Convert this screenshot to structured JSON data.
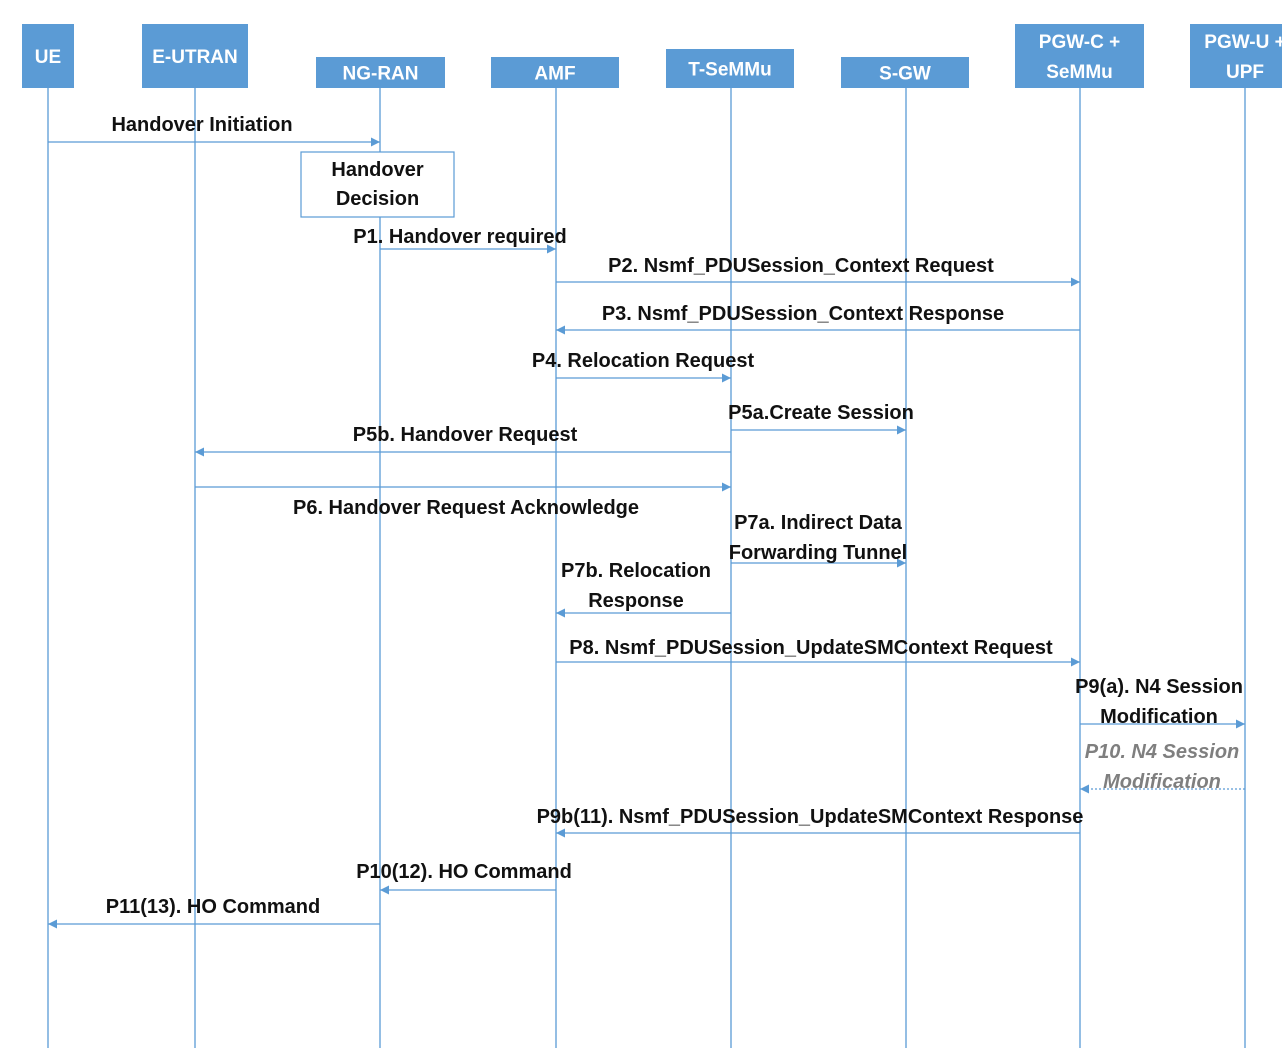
{
  "colors": {
    "header_fill": "#5b9bd5",
    "header_text": "#ffffff",
    "lifeline": "#5b9bd5",
    "arrow": "#5b9bd5",
    "message_text": "#111111",
    "dashed_text": "#7f7f7f",
    "box_border": "#5b9bd5"
  },
  "participants": [
    {
      "id": "ue",
      "lines": [
        "UE"
      ]
    },
    {
      "id": "eutran",
      "lines": [
        "E-UTRAN"
      ]
    },
    {
      "id": "ngran",
      "lines": [
        "NG-RAN"
      ]
    },
    {
      "id": "amf",
      "lines": [
        "AMF"
      ]
    },
    {
      "id": "tsemmu",
      "lines": [
        "T-SeMMu"
      ]
    },
    {
      "id": "sgw",
      "lines": [
        "S-GW"
      ]
    },
    {
      "id": "pgwc",
      "lines": [
        "PGW-C +",
        "SeMMu"
      ]
    },
    {
      "id": "pgwu",
      "lines": [
        "PGW-U +",
        "UPF"
      ]
    }
  ],
  "boxes": [
    {
      "id": "handover-decision",
      "lines": [
        "Handover",
        "Decision"
      ]
    }
  ],
  "messages": [
    {
      "id": "m1",
      "from": "ue",
      "to": "ngran",
      "lines": [
        "Handover Initiation"
      ],
      "dashed": false
    },
    {
      "id": "m2",
      "from": "ngran",
      "to": "amf",
      "lines": [
        "P1. Handover required"
      ],
      "dashed": false
    },
    {
      "id": "m3",
      "from": "amf",
      "to": "pgwc",
      "lines": [
        "P2. Nsmf_PDUSession_Context Request"
      ],
      "dashed": false
    },
    {
      "id": "m4",
      "from": "pgwc",
      "to": "amf",
      "lines": [
        "P3. Nsmf_PDUSession_Context Response"
      ],
      "dashed": false
    },
    {
      "id": "m5",
      "from": "amf",
      "to": "tsemmu",
      "lines": [
        "P4. Relocation Request"
      ],
      "dashed": false
    },
    {
      "id": "m6",
      "from": "tsemmu",
      "to": "sgw",
      "lines": [
        "P5a.Create Session"
      ],
      "dashed": false
    },
    {
      "id": "m7",
      "from": "tsemmu",
      "to": "eutran",
      "lines": [
        "P5b. Handover Request"
      ],
      "dashed": false
    },
    {
      "id": "m8",
      "from": "eutran",
      "to": "tsemmu",
      "lines": [
        "P6. Handover Request Acknowledge"
      ],
      "dashed": false
    },
    {
      "id": "m9",
      "from": "tsemmu",
      "to": "sgw",
      "lines": [
        "P7a. Indirect Data",
        "Forwarding Tunnel"
      ],
      "dashed": false
    },
    {
      "id": "m10",
      "from": "tsemmu",
      "to": "amf",
      "lines": [
        "P7b. Relocation",
        "Response"
      ],
      "dashed": false
    },
    {
      "id": "m11",
      "from": "amf",
      "to": "pgwc",
      "lines": [
        "P8. Nsmf_PDUSession_UpdateSMContext Request"
      ],
      "dashed": false
    },
    {
      "id": "m12",
      "from": "pgwc",
      "to": "pgwu",
      "lines": [
        "P9(a). N4 Session",
        "Modification"
      ],
      "dashed": false
    },
    {
      "id": "m13",
      "from": "pgwu",
      "to": "pgwc",
      "lines": [
        "P10. N4 Session",
        "Modification"
      ],
      "dashed": true
    },
    {
      "id": "m14",
      "from": "pgwc",
      "to": "amf",
      "lines": [
        "P9b(11). Nsmf_PDUSession_UpdateSMContext Response"
      ],
      "dashed": false
    },
    {
      "id": "m15",
      "from": "amf",
      "to": "ngran",
      "lines": [
        "P10(12). HO Command"
      ],
      "dashed": false
    },
    {
      "id": "m16",
      "from": "ngran",
      "to": "ue",
      "lines": [
        "P11(13). HO Command"
      ],
      "dashed": false
    }
  ]
}
